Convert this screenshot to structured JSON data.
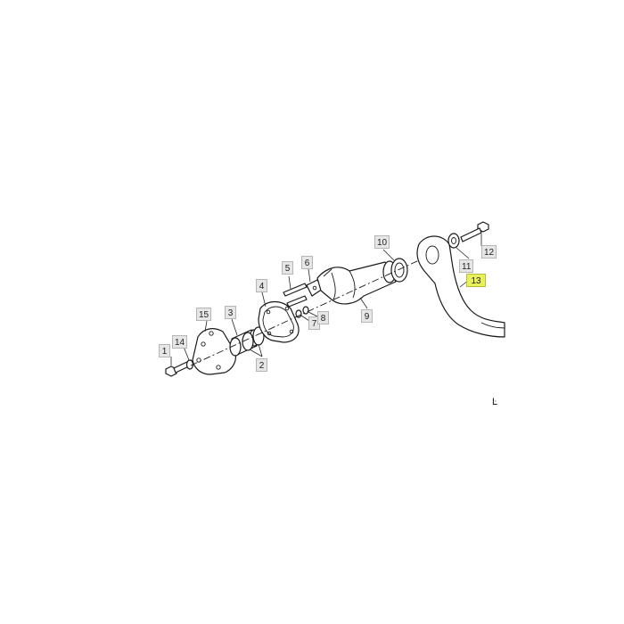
{
  "diagram": {
    "callouts": [
      {
        "id": "1",
        "label": "1",
        "highlighted": false
      },
      {
        "id": "2",
        "label": "2",
        "highlighted": false
      },
      {
        "id": "3",
        "label": "3",
        "highlighted": false
      },
      {
        "id": "4",
        "label": "4",
        "highlighted": false
      },
      {
        "id": "5",
        "label": "5",
        "highlighted": false
      },
      {
        "id": "6",
        "label": "6",
        "highlighted": false
      },
      {
        "id": "7",
        "label": "7",
        "highlighted": false
      },
      {
        "id": "8",
        "label": "8",
        "highlighted": false
      },
      {
        "id": "9",
        "label": "9",
        "highlighted": false
      },
      {
        "id": "10",
        "label": "10",
        "highlighted": false
      },
      {
        "id": "11",
        "label": "11",
        "highlighted": false
      },
      {
        "id": "12",
        "label": "12",
        "highlighted": false
      },
      {
        "id": "13",
        "label": "13",
        "highlighted": true
      },
      {
        "id": "14",
        "label": "14",
        "highlighted": false
      },
      {
        "id": "15",
        "label": "15",
        "highlighted": false
      }
    ],
    "corner_mark": "Ŀ",
    "colors": {
      "highlight": "#e8f05a",
      "label_bg": "#e6e6e6",
      "line": "#1a1a1a"
    }
  }
}
